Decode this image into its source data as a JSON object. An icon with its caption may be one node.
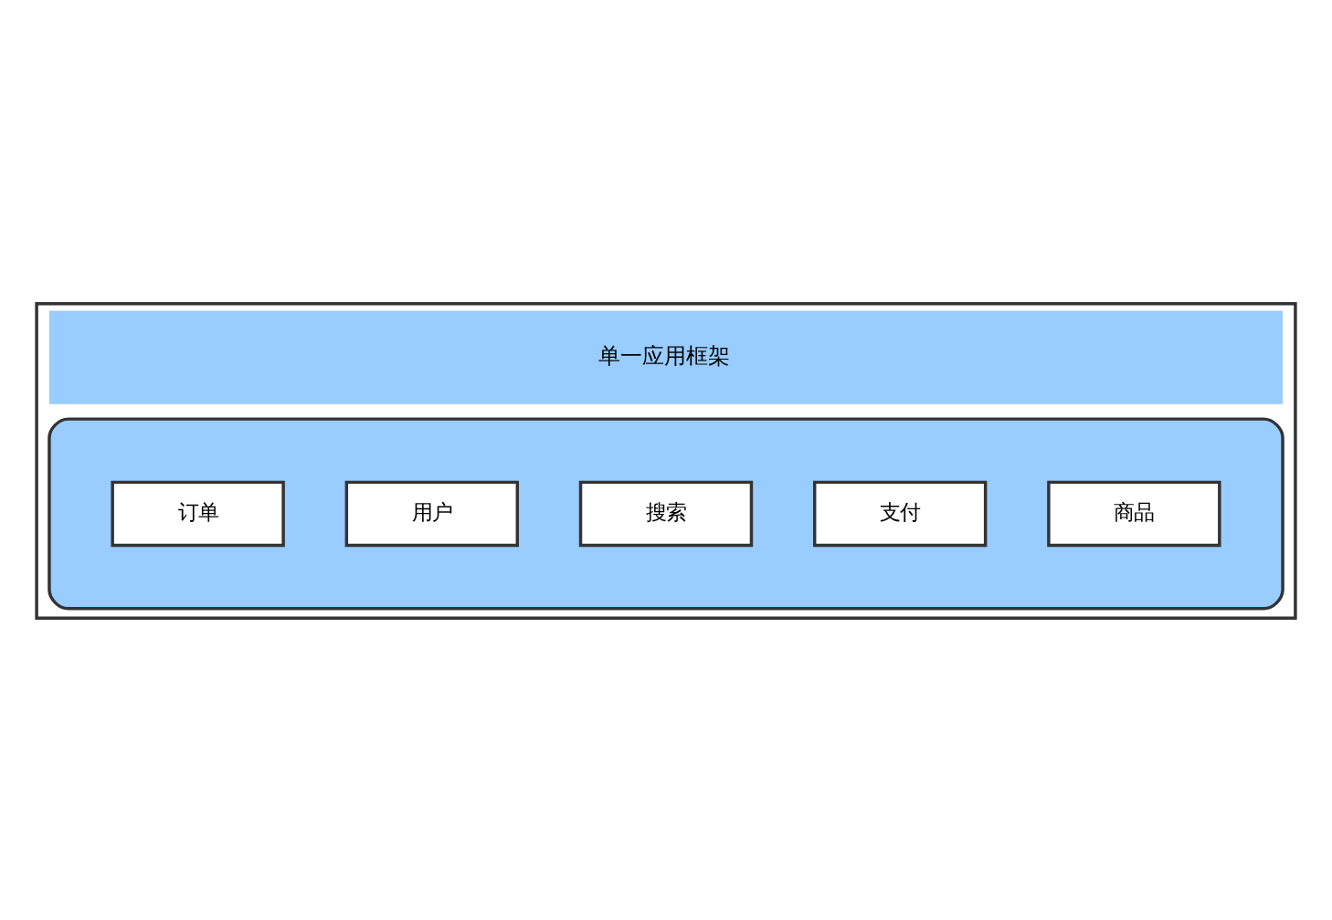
{
  "diagram": {
    "nodes": [
      {
        "text": [
          "单一应用框架"
        ]
      },
      {
        "text": [],
        "shape": "box",
        "in": 0
      },
      {
        "text": [
          "订单"
        ],
        "in": 1
      },
      {
        "text": [
          "用户"
        ],
        "in": 1
      },
      {
        "text": [
          "搜索"
        ],
        "in": 1
      },
      {
        "text": [
          "支付"
        ],
        "in": 1
      },
      {
        "text": [
          "商品"
        ],
        "in": 1
      }
    ]
  }
}
